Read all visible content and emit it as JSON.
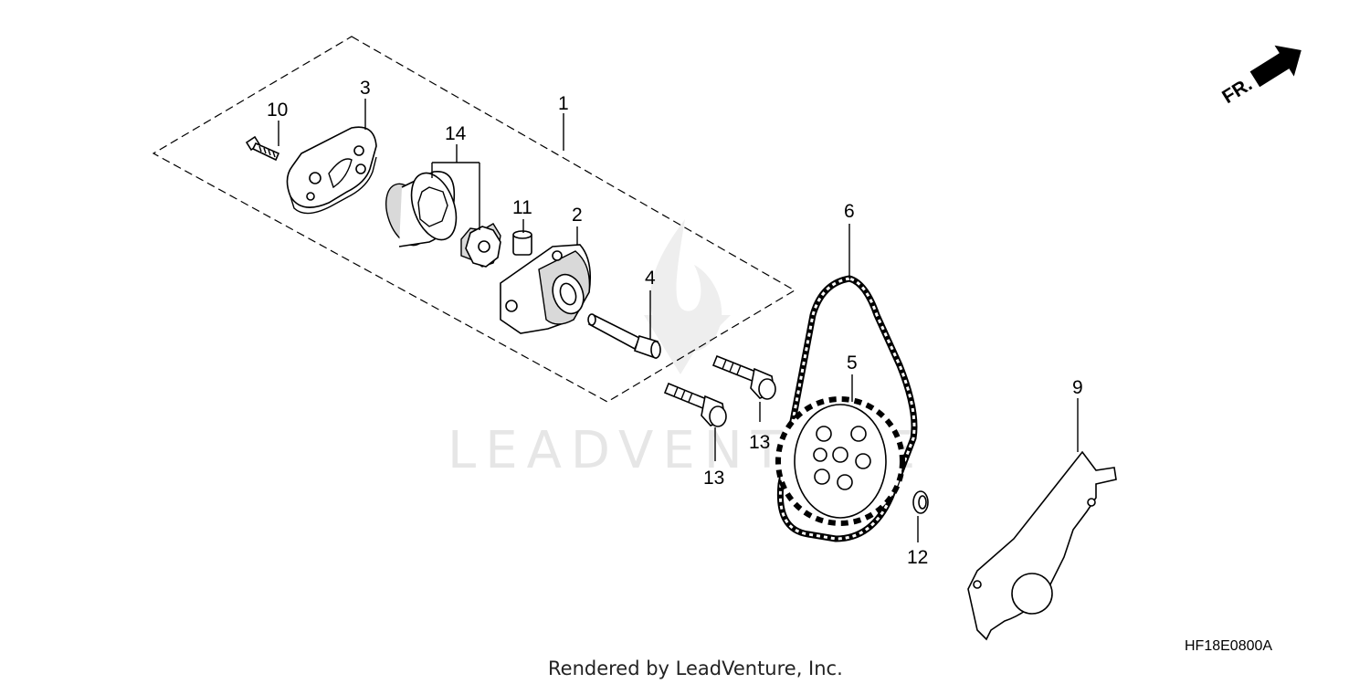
{
  "callouts": {
    "c1": "1",
    "c2": "2",
    "c3": "3",
    "c4": "4",
    "c5": "5",
    "c6": "6",
    "c9": "9",
    "c10": "10",
    "c11": "11",
    "c12": "12",
    "c13a": "13",
    "c13b": "13",
    "c14": "14"
  },
  "direction_label": "FR.",
  "watermark": "LEADVENTURE",
  "diagram_code": "HF18E0800A",
  "credit": "Rendered by LeadVenture, Inc."
}
